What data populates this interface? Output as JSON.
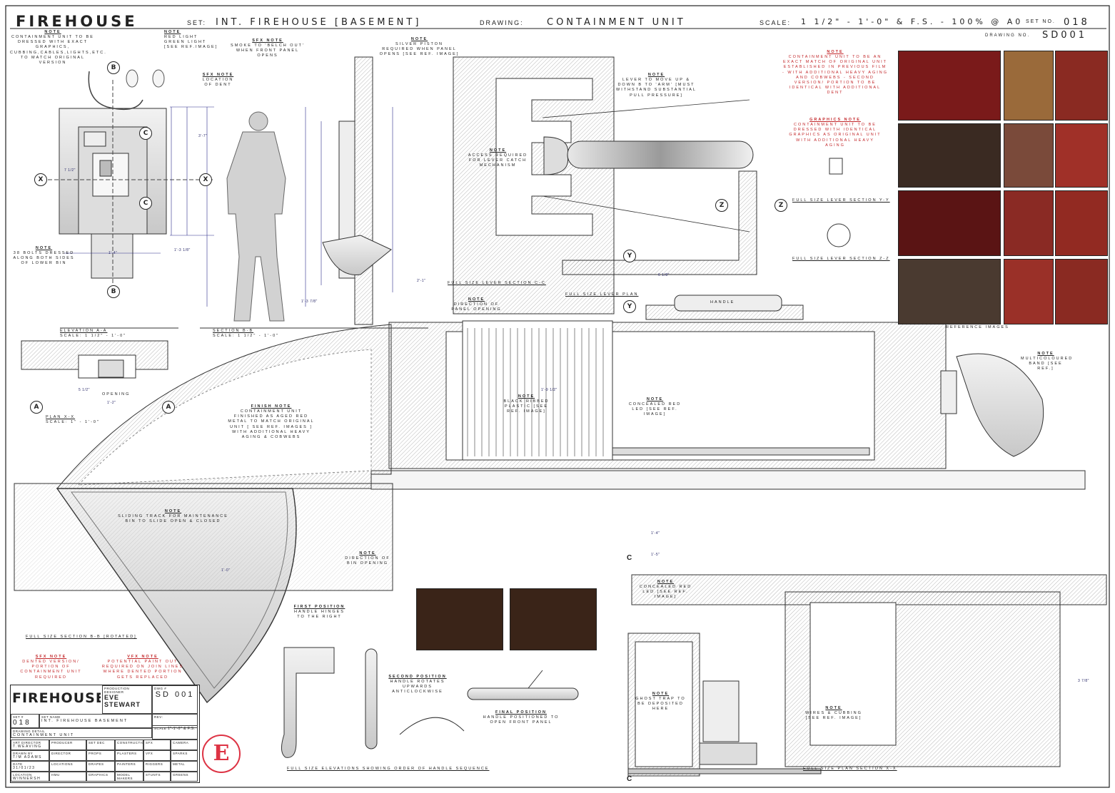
{
  "header": {
    "project": "FIREHOUSE",
    "set_label": "SET:",
    "set_value": "INT. FIREHOUSE [BASEMENT]",
    "drawing_label": "DRAWING:",
    "drawing_value": "CONTAINMENT UNIT",
    "scale_label": "SCALE:",
    "scale_value": "1 1/2\" - 1'-0\" & F.S. - 100% @ A0",
    "set_no_label": "SET NO.",
    "set_no_value": "018",
    "drawing_no_label": "DRAWING NO.",
    "drawing_no_value": "SD001"
  },
  "notes": {
    "top_left": {
      "title": "NOTE",
      "text": "CONTAINMENT UNIT TO BE DRESSED WITH EXACT GRAPHICS, CUBBING,CABLES,LIGHTS,ETC. TO MATCH ORIGINAL VERSION"
    },
    "lights": {
      "title": "NOTE",
      "lines": [
        "RED LIGHT",
        "GREEN LIGHT",
        "[SEE REF.IMAGE]"
      ]
    },
    "dent": {
      "title": "SFX NOTE",
      "text": "LOCATION OF DENT"
    },
    "smoke": {
      "title": "SFX NOTE",
      "text": "SMOKE TO 'BELCH OUT' WHEN FRONT PANEL OPENS"
    },
    "piston": {
      "title": "NOTE",
      "text": "SILVER PISTON REQUIRED WHEN PANEL OPENS [SEE REF. IMAGE]"
    },
    "lever": {
      "title": "NOTE",
      "text": "LEVER TO MOVE UP & DOWN B TO 'ARM' [MUST WITHSTAND SUBSTANTIAL PULL PRESSURE]"
    },
    "access": {
      "title": "NOTE",
      "text": "ACCESS REQUIRED FOR LEVER CATCH MECHANISM"
    },
    "bolts": {
      "title": "NOTE",
      "text": "38 BOLTS DRESSED ALONG BOTH SIDES OF LOWER BIN"
    },
    "red_top": {
      "title": "NOTE",
      "text": "CONTAINMENT UNIT TO BE AN EXACT MATCH OF ORIGINAL UNIT ESTABLISHED IN PREVIOUS FILM - WITH ADDITIONAL HEAVY AGING AND COBWEBS - SECOND VERSION/ PORTION TO BE IDENTICAL WITH ADDITIONAL DENT"
    },
    "graphics": {
      "title": "GRAPHICS NOTE",
      "text": "CONTAINMENT UNIT TO BE DRESSED WITH IDENTICAL GRAPHICS AS ORIGINAL UNIT WITH ADDITIONAL HEAVY AGING"
    },
    "panel_opening": {
      "title": "NOTE",
      "text": "DIRECTION OF PANEL OPENING"
    },
    "finish": {
      "title": "FINISH NOTE",
      "text": "CONTAINMENT UNIT FINISHED AS AGED RED METAL TO MATCH ORIGINAL UNIT [ SEE REF. IMAGES ] WITH ADDITIONAL HEAVY AGING & COBWEBS"
    },
    "ribbed": {
      "title": "NOTE",
      "text": "BLACK RIBBED PLASTIC [SEE REF. IMAGE]"
    },
    "concealed_led": {
      "title": "NOTE",
      "text": "CONCEALED RED LED [SEE REF. IMAGE]"
    },
    "multicolour": {
      "title": "NOTE",
      "text": "MULTICOLOURED BAND [SEE REF.]"
    },
    "sliding": {
      "title": "NOTE",
      "text": "SLIDING TRACK FOR MAINTENANCE BIN TO SLIDE OPEN & CLOSED"
    },
    "bin_opening": {
      "title": "NOTE",
      "text": "DIRECTION OF BIN OPENING"
    },
    "first_pos": {
      "title": "FIRST POSITION",
      "text": "HANDLE HINGES TO THE RIGHT"
    },
    "second_pos": {
      "title": "SECOND POSITION",
      "text": "HANDLE ROTATES UPWARDS ANTICLOCKWISE"
    },
    "final_pos": {
      "title": "FINAL POSITION",
      "text": "HANDLE POSITIONED TO OPEN FRONT PANEL"
    },
    "concealed_led2": {
      "title": "NOTE",
      "text": "CONCEALED RED LED [SEE REF. IMAGE]"
    },
    "ghost_trap": {
      "title": "NOTE",
      "text": "GHOST TRAP TO BE DEPOSITED HERE"
    },
    "wires": {
      "title": "NOTE",
      "text": "WIRES & CUBBING [SEE REF. IMAGE]"
    },
    "sfx_dented": {
      "title": "SFX NOTE",
      "text": "DENTED VERSION/ PORTION OF CONTAINMENT UNIT REQUIRED"
    },
    "vfx_paint": {
      "title": "VFX NOTE",
      "text": "POTENTIAL PAINT OUT REQUIRED ON JOIN LINES WHERE DENTED PORTION GETS REPLACED"
    }
  },
  "captions": {
    "elevation_aa": "ELEVATION A-A",
    "elevation_aa_scale": "SCALE: 1 1/2\" - 1'-0\"",
    "section_bb": "SECTION B-B",
    "section_bb_scale": "SCALE: 1 1/2\" - 1'-0\"",
    "plan_xx": "PLAN X-X",
    "plan_xx_scale": "SCALE: 1\" - 1'-0\"",
    "lever_section_cc": "FULL SIZE LEVER SECTION C-C",
    "lever_plan": "FULL SIZE LEVER PLAN",
    "lever_section_yy": "FULL SIZE LEVER SECTION Y-Y",
    "lever_section_zz": "FULL SIZE LEVER SECTION Z-Z",
    "section_bb_rotated": "FULL SIZE SECTION B-B [ROTATED]",
    "handle_sequence": "FULL SIZE ELEVATIONS SHOWING ORDER OF HANDLE SEQUENCE",
    "plan_section_xx": "FULL SIZE PLAN SECTION X-X",
    "reference_images": "REFERENCE IMAGES",
    "handle": "HANDLE",
    "opening": "OPENING"
  },
  "markers": [
    "B",
    "B",
    "C",
    "C",
    "X",
    "X",
    "Y",
    "Y",
    "Z",
    "Z",
    "A",
    "A",
    "C",
    "C"
  ],
  "dimensions": [
    "3'-7\"",
    "1'-3 1/8\"",
    "1'-3 7/8\"",
    "2'-1\"",
    "1'-4\"",
    "7 1/2\"",
    "6 1/8\"",
    "1'-9 1/2\"",
    "1'-4\"",
    "1'-5\"",
    "3 7/8\"",
    "1'-0\"",
    "5 1/2\"",
    "1'-2\""
  ],
  "title_block": {
    "logo": "FIREHOUSE",
    "designer_label": "PRODUCTION DESIGNER",
    "designer": "EVE STEWART",
    "dwg_label": "DWG #",
    "dwg": "SD 001",
    "set_label": "SET #",
    "set": "018",
    "set_name_label": "SET NAME",
    "set_name": "INT. FIREHOUSE BASEMENT",
    "detail_label": "DRAWING DETAIL",
    "detail": "CONTAINMENT UNIT",
    "scale_label": "SCALE",
    "scale": "1\"-1'-0\" & F.S.",
    "rev_label": "REV:",
    "art_director_label": "ART DIRECTOR",
    "art_director": "T.WEAVING",
    "drawn_label": "DRAWN BY",
    "drawn": "T/M ADAMS",
    "date_label": "DATE",
    "date": "31/01/23",
    "location_label": "LOCATION",
    "location": "WINNERSH",
    "distribution": [
      "PRODUCER",
      "DIRECTOR",
      "LOCATIONS",
      "HMU",
      "SET DEC",
      "PROPS",
      "DRAPES",
      "GRAPHICS",
      "CONSTRUCTION",
      "PLASTERS",
      "PAINTERS",
      "MODEL MAKERS",
      "SFX",
      "VFX",
      "RIGGERS",
      "STUNTS",
      "CAMERA",
      "SPARKS",
      "METAL",
      "GREENS"
    ]
  },
  "stamp": "E",
  "colors": {
    "note_red": "#c3282b",
    "dim_blue": "#2a2a6a",
    "line": "#222222",
    "ref_red": "#8a1c1c"
  }
}
